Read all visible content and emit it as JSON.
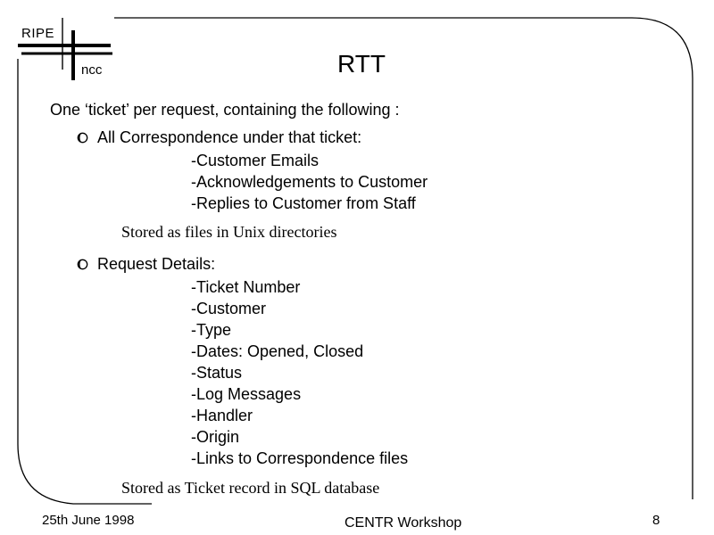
{
  "logo": {
    "top": "RIPE",
    "bottom": "ncc"
  },
  "slide": {
    "title": "RTT",
    "intro": "One ‘ticket’ per request, containing the following :",
    "bullets": [
      {
        "label": "All Correspondence under that ticket:",
        "items": [
          "-Customer Emails",
          "-Acknowledgements to Customer",
          "-Replies to Customer from Staff"
        ],
        "note": "Stored as files in Unix directories"
      },
      {
        "label": "Request Details:",
        "items": [
          "-Ticket Number",
          "-Customer",
          "-Type",
          "-Dates: Opened, Closed",
          "-Status",
          "-Log Messages",
          "-Handler",
          "-Origin",
          "-Links to Correspondence files"
        ],
        "note": "Stored as Ticket record in SQL database"
      }
    ]
  },
  "footer": {
    "date": "25th June 1998",
    "event": "CENTR Workshop",
    "page": "8"
  }
}
